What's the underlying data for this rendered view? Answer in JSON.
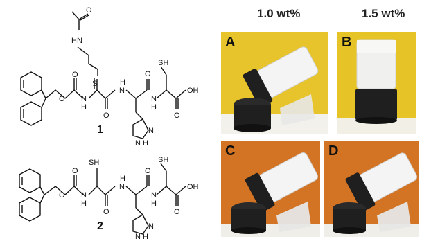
{
  "concentrations": {
    "left": "1.0 wt%",
    "right": "1.5 wt%"
  },
  "panels": [
    {
      "label": "A",
      "background": "#e7c42c"
    },
    {
      "label": "B",
      "background": "#e6c326"
    },
    {
      "label": "C",
      "background": "#d27424"
    },
    {
      "label": "D",
      "background": "#d27424"
    }
  ],
  "compounds": {
    "c1": {
      "number": "1",
      "atoms": {
        "o_acetyl": "O",
        "hn_acetyl": "HN",
        "s_thioether": "S",
        "o_carbamate": "O",
        "n_carbamate": "N",
        "h_carbamate": "H",
        "o_carbamate2": "O",
        "h_amide1": "H",
        "n_amide1": "N",
        "o_amide1": "O",
        "sh": "SH",
        "h_amide2": "H",
        "n_amide2": "N",
        "o_amide2": "O",
        "oh": "OH",
        "o_acid": "O",
        "n_imid": "N",
        "hn_imid": "N",
        "h_imid": "H"
      }
    },
    "c2": {
      "number": "2",
      "atoms": {
        "sh1": "SH",
        "o_carbamate": "O",
        "n_carbamate": "N",
        "h_carbamate": "H",
        "o_carbamate2": "O",
        "h_amide1": "H",
        "n_amide1": "N",
        "o_amide1": "O",
        "sh2": "SH",
        "h_amide2": "H",
        "n_amide2": "N",
        "o_amide2": "O",
        "oh": "OH",
        "o_acid": "O",
        "n_imid": "N",
        "hn_imid": "N",
        "h_imid": "H"
      }
    }
  },
  "colors": {
    "cap": "#1f1f1f",
    "gel": "#e8e8e8",
    "ink": "#111111"
  }
}
